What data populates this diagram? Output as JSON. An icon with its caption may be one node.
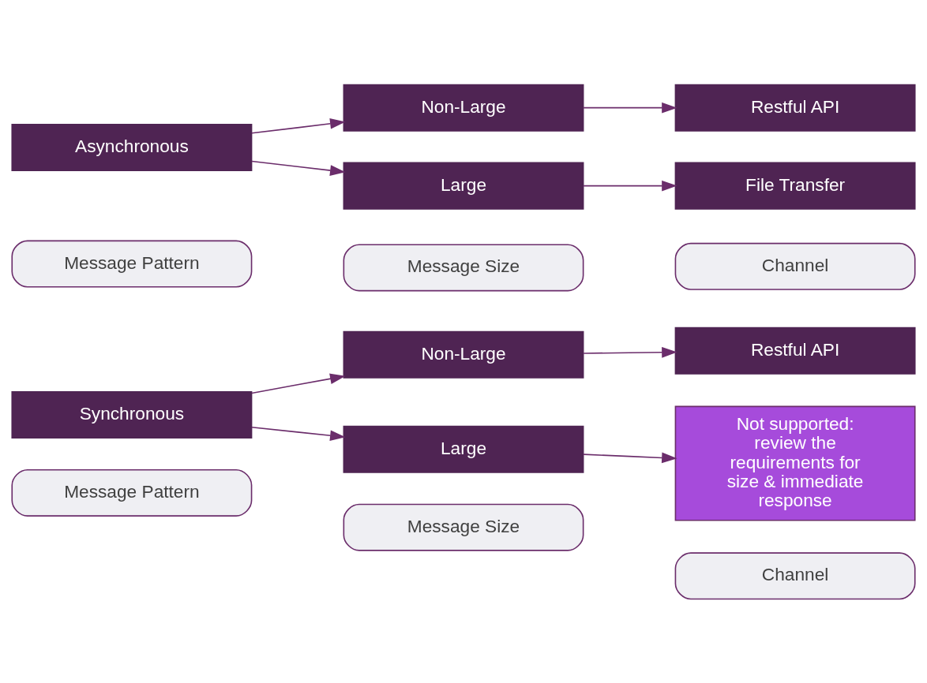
{
  "diagram": {
    "nodes": [
      {
        "text": [
          "Message Pattern"
        ]
      },
      {
        "text": [
          "Message Size"
        ]
      },
      {
        "text": [
          "Channel"
        ]
      },
      {
        "text": [
          "Synchronous"
        ]
      },
      {
        "text": [
          "Non-Large"
        ]
      },
      {
        "text": [
          "Large"
        ]
      },
      {
        "text": [
          "Restful API"
        ]
      },
      {
        "text": [
          "Not supported: review the requirements for size & immediate response"
        ]
      },
      {
        "text": [
          "Message Pattern"
        ]
      },
      {
        "text": [
          "Message Size"
        ]
      },
      {
        "text": [
          "Channel"
        ]
      },
      {
        "text": [
          "Asynchronous"
        ]
      },
      {
        "text": [
          "Non-Large"
        ]
      },
      {
        "text": [
          "Large"
        ]
      },
      {
        "text": [
          "Restful API"
        ]
      },
      {
        "text": [
          "File Transfer"
        ]
      }
    ],
    "edges": [
      {
        "from": 3,
        "to": 4,
        "arrow": "to"
      },
      {
        "from": 3,
        "to": 5,
        "arrow": "to"
      },
      {
        "from": 4,
        "to": 6,
        "arrow": "to"
      },
      {
        "from": 5,
        "to": 7,
        "arrow": "to"
      },
      {
        "from": 11,
        "to": 12,
        "arrow": "to"
      },
      {
        "from": 11,
        "to": 13,
        "arrow": "to"
      },
      {
        "from": 12,
        "to": 14,
        "arrow": "to"
      },
      {
        "from": 13,
        "to": 15,
        "arrow": "to"
      }
    ]
  }
}
